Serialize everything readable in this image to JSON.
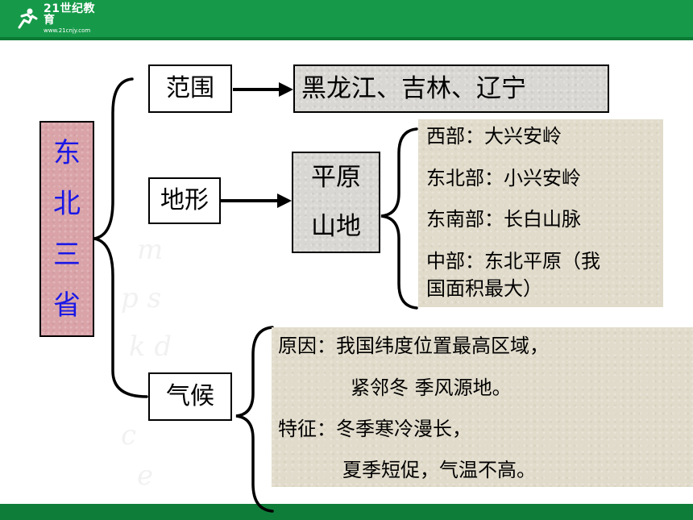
{
  "header": {
    "logo_name": "21世纪教育",
    "logo_url": "www.21cnjy.com"
  },
  "root": {
    "chars": [
      "东",
      "北",
      "三",
      "省"
    ]
  },
  "categories": {
    "scope": "范围",
    "terrain": "地形",
    "climate": "气候"
  },
  "scope_value": "黑龙江、吉林、辽宁",
  "terrain_types": {
    "line1": "平原",
    "line2": "山地"
  },
  "terrain_details": [
    "西部：大兴安岭",
    "东北部：小兴安岭",
    "东南部：长白山脉",
    "中部：东北平原（我",
    "国面积最大）"
  ],
  "climate_details": [
    "原因：我国纬度位置最高区域，",
    "紧邻冬  季风源地。",
    "特征：冬季寒冷漫长，",
    "夏季短促，气温不高。"
  ],
  "colors": {
    "header_green": "#169a49",
    "root_text": "#1a17e6",
    "root_bg": "#d9a3a8"
  }
}
